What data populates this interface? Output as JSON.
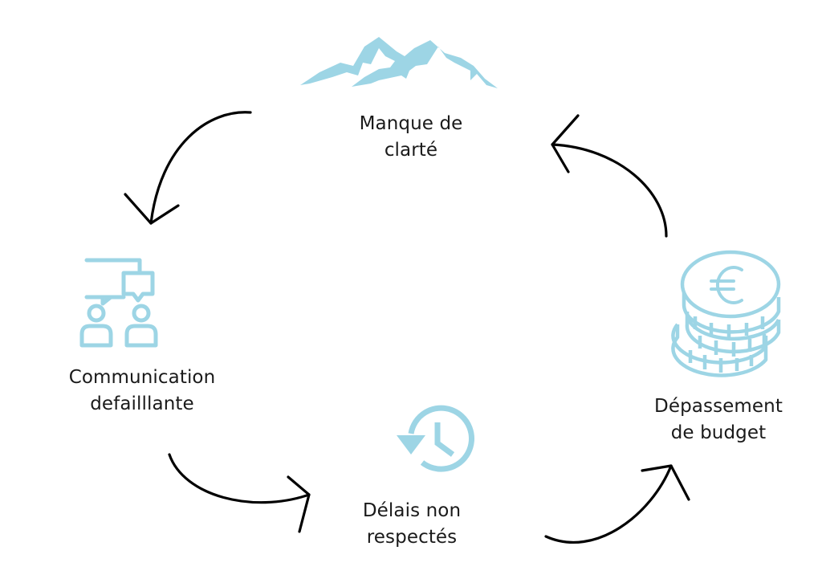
{
  "diagram": {
    "type": "cycle",
    "accent_color": "#9DD5E5",
    "arrow_color": "#000000",
    "nodes": [
      {
        "id": "manque-de-clarte",
        "icon": "mountain-icon",
        "line1": "Manque de",
        "line2": "clarté"
      },
      {
        "id": "communication-defaillante",
        "icon": "people-chat-icon",
        "line1": "Communication",
        "line2": "defailllante"
      },
      {
        "id": "delais-non-respectes",
        "icon": "clock-history-icon",
        "line1": "Délais non",
        "line2": "respectés"
      },
      {
        "id": "depassement-de-budget",
        "icon": "euro-coins-icon",
        "line1": "Dépassement",
        "line2": "de budget"
      }
    ],
    "edges": [
      {
        "from": "manque-de-clarte",
        "to": "communication-defaillante"
      },
      {
        "from": "communication-defaillante",
        "to": "delais-non-respectes"
      },
      {
        "from": "delais-non-respectes",
        "to": "depassement-de-budget"
      },
      {
        "from": "depassement-de-budget",
        "to": "manque-de-clarte"
      }
    ]
  }
}
